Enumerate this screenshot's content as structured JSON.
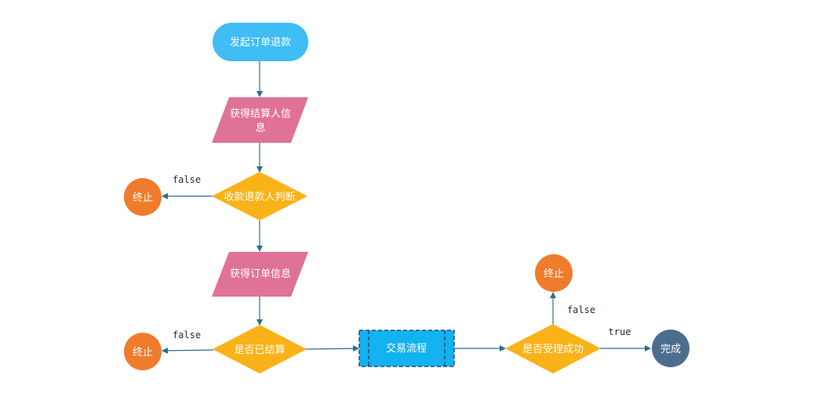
{
  "colors": {
    "start": "#3fbdf5",
    "io": "#e07298",
    "decision": "#fab219",
    "terminal_stop": "#ef7c2d",
    "process": "#13b2f0",
    "process_border": "#1d4f75",
    "done": "#4d6d8e",
    "edge": "#2f6d8c"
  },
  "nodes": {
    "start": {
      "line1": "发起订单退款"
    },
    "get_settler": {
      "line1": "获得结算人信",
      "line2": "息"
    },
    "judge_refundee": {
      "line1": "收款退款人判断"
    },
    "stop_1": {
      "line1": "终止"
    },
    "get_order": {
      "line1": "获得订单信息"
    },
    "is_settled": {
      "line1": "是否已结算"
    },
    "stop_2": {
      "line1": "终止"
    },
    "transaction": {
      "line1": "交易流程"
    },
    "is_accepted": {
      "line1": "是否受理成功"
    },
    "stop_3": {
      "line1": "终止"
    },
    "done": {
      "line1": "完成"
    }
  },
  "edges": {
    "judge_false": "false",
    "settled_false": "false",
    "accepted_false": "false",
    "accepted_true": "true"
  }
}
